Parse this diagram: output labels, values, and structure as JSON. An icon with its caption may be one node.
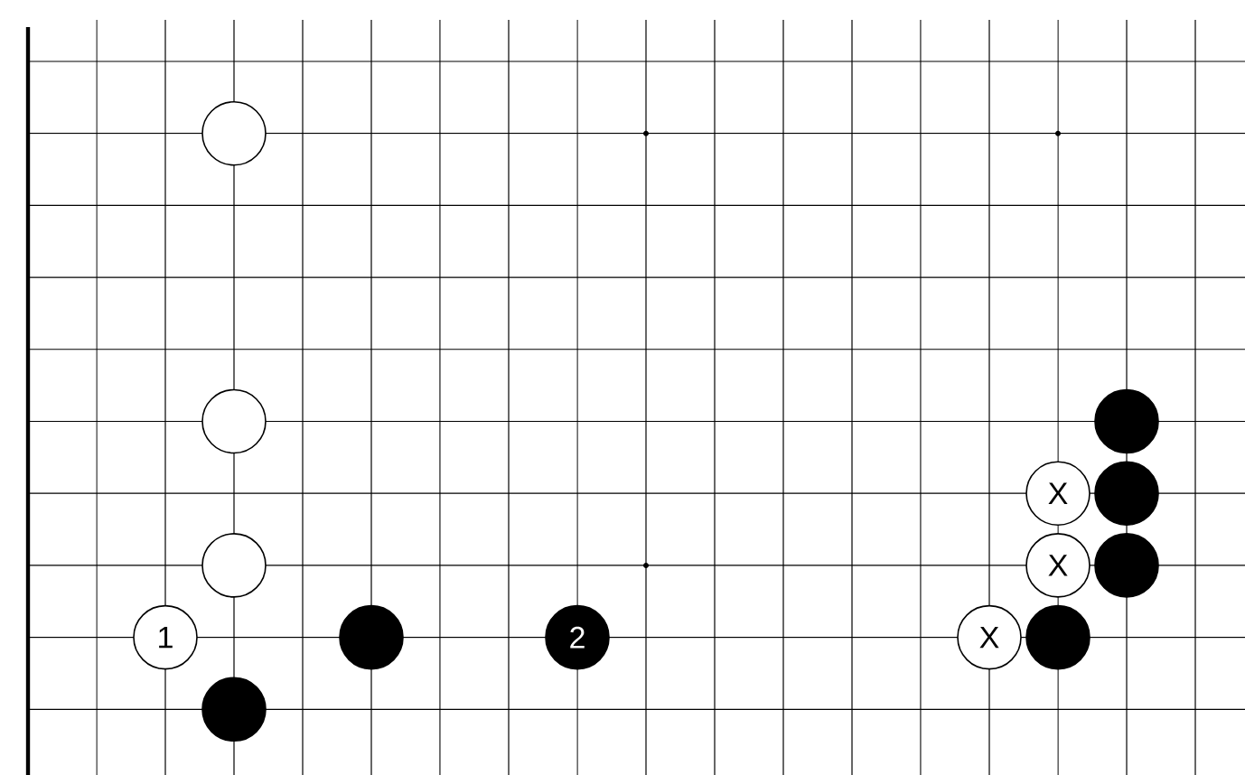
{
  "diagram": {
    "nodes": [
      {
        "text": [],
        "shape": "circle"
      },
      {
        "text": [],
        "shape": "circle"
      },
      {
        "text": [],
        "shape": "circle"
      },
      {
        "text": [
          "X"
        ]
      },
      {
        "text": [],
        "shape": "circle"
      },
      {
        "text": [],
        "shape": "circle"
      },
      {
        "text": [
          "X"
        ]
      },
      {
        "text": [],
        "shape": "circle"
      },
      {
        "text": [
          "1"
        ]
      },
      {
        "text": [],
        "shape": "circle"
      },
      {
        "text": [
          "2"
        ]
      },
      {
        "text": [
          "X"
        ]
      },
      {
        "text": [],
        "shape": "circle"
      },
      {
        "text": [],
        "shape": "circle"
      }
    ]
  }
}
